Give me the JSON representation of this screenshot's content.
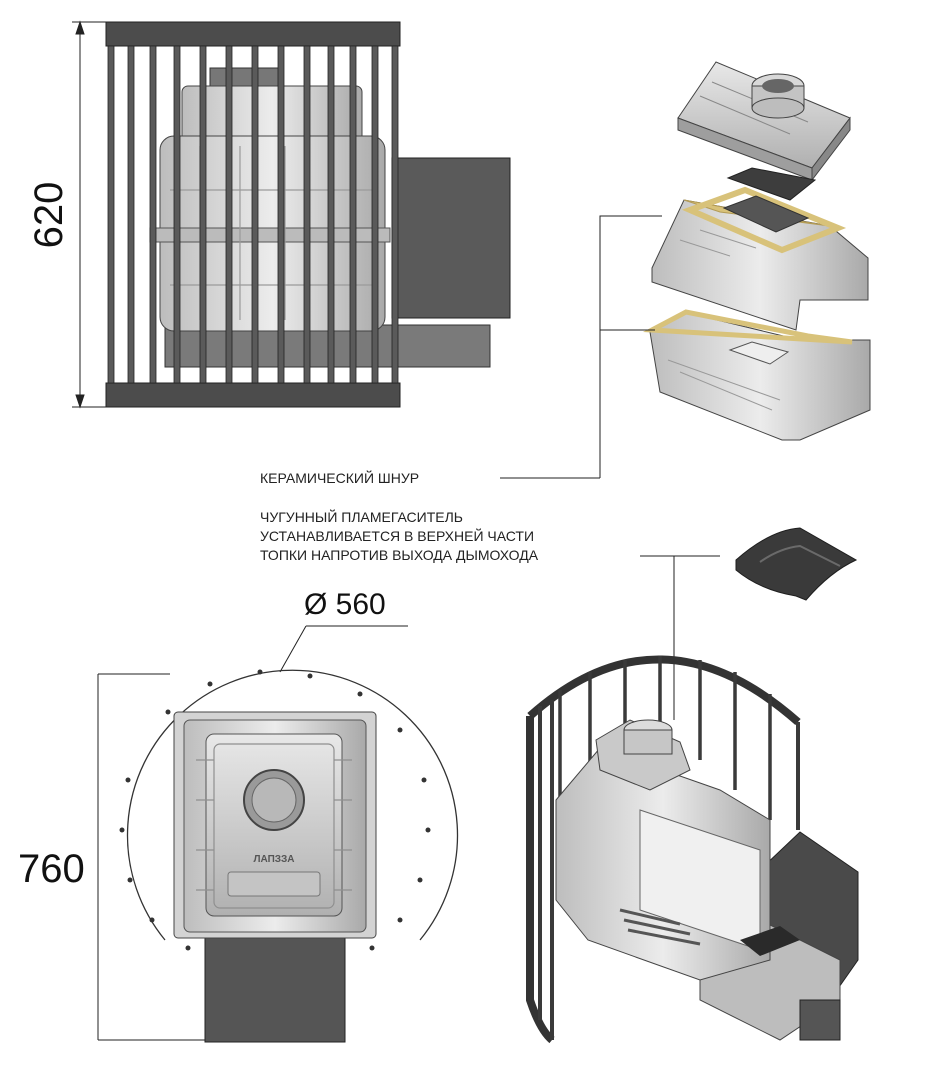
{
  "dimensions": {
    "height_top_view": "620",
    "diameter": "Ø 560",
    "height_front_view": "760"
  },
  "labels": {
    "ceramic_cord": "КЕРАМИЧЕСКИЙ ШНУР",
    "flame_damper_line1": "ЧУГУННЫЙ ПЛАМЕГАСИТЕЛЬ",
    "flame_damper_line2": "УСТАНАВЛИВАЕТСЯ В ВЕРХНЕЙ ЧАСТИ",
    "flame_damper_line3": "ТОПКИ НАПРОТИВ ВЫХОДА ДЫМОХОДА"
  },
  "stove": {
    "door_brand": "ЛАПЗЗА"
  },
  "colors": {
    "metal_dark": "#4a4a4a",
    "metal_mid": "#8c8c8c",
    "casting_light": "#d9d9d9",
    "ceramic_cord": "#d8c27a",
    "line": "#222222"
  }
}
